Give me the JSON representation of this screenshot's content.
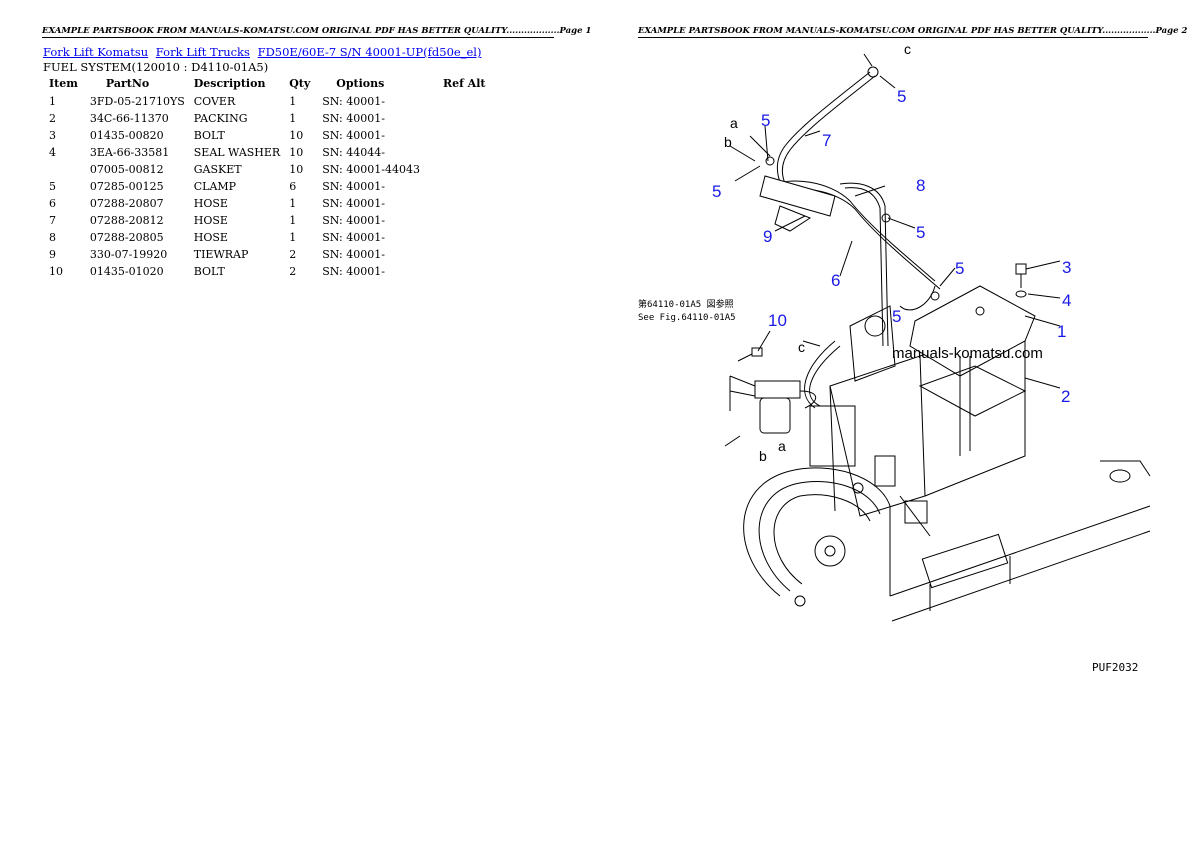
{
  "header": {
    "page1": "EXAMPLE PARTSBOOK FROM MANUALS-KOMATSU.COM ORIGINAL PDF HAS BETTER QUALITY..................Page 1",
    "page2": "EXAMPLE PARTSBOOK FROM MANUALS-KOMATSU.COM ORIGINAL PDF HAS BETTER QUALITY..................Page 2"
  },
  "breadcrumb": {
    "link1": "Fork Lift Komatsu",
    "link2": "Fork Lift Trucks",
    "link3": "FD50E/60E-7 S/N 40001-UP(fd50e_el)"
  },
  "subtitle": "FUEL SYSTEM(120010 : D4110-01A5)",
  "table": {
    "headers": [
      "Item",
      "PartNo",
      "Description",
      "Qty",
      "Options",
      "Ref Alt"
    ],
    "rows": [
      {
        "item": "1",
        "partno": "3FD-05-21710YS",
        "description": "COVER",
        "qty": "1",
        "options": "SN: 40001-"
      },
      {
        "item": "2",
        "partno": "34C-66-11370",
        "description": "PACKING",
        "qty": "1",
        "options": "SN: 40001-"
      },
      {
        "item": "3",
        "partno": "01435-00820",
        "description": "BOLT",
        "qty": "10",
        "options": "SN: 40001-"
      },
      {
        "item": "4",
        "partno": "3EA-66-33581",
        "description": "SEAL WASHER",
        "qty": "10",
        "options": "SN: 44044-"
      },
      {
        "item": "",
        "partno": "07005-00812",
        "description": "GASKET",
        "qty": "10",
        "options": "SN: 40001-44043"
      },
      {
        "item": "5",
        "partno": "07285-00125",
        "description": "CLAMP",
        "qty": "6",
        "options": "SN: 40001-"
      },
      {
        "item": "6",
        "partno": "07288-20807",
        "description": "HOSE",
        "qty": "1",
        "options": "SN: 40001-"
      },
      {
        "item": "7",
        "partno": "07288-20812",
        "description": "HOSE",
        "qty": "1",
        "options": "SN: 40001-"
      },
      {
        "item": "8",
        "partno": "07288-20805",
        "description": "HOSE",
        "qty": "1",
        "options": "SN: 40001-"
      },
      {
        "item": "9",
        "partno": "330-07-19920",
        "description": "TIEWRAP",
        "qty": "2",
        "options": "SN: 40001-"
      },
      {
        "item": "10",
        "partno": "01435-01020",
        "description": "BOLT",
        "qty": "2",
        "options": "SN: 40001-"
      }
    ]
  },
  "diagram": {
    "callouts": [
      "1",
      "2",
      "3",
      "4",
      "5",
      "6",
      "7",
      "8",
      "9",
      "10"
    ],
    "letters": [
      "a",
      "b",
      "c"
    ],
    "note_line1": "第64110-01A5 図参照",
    "note_line2": "See Fig.64110-01A5",
    "watermark": "manuals-komatsu.com",
    "figure_code": "PUF2032"
  }
}
